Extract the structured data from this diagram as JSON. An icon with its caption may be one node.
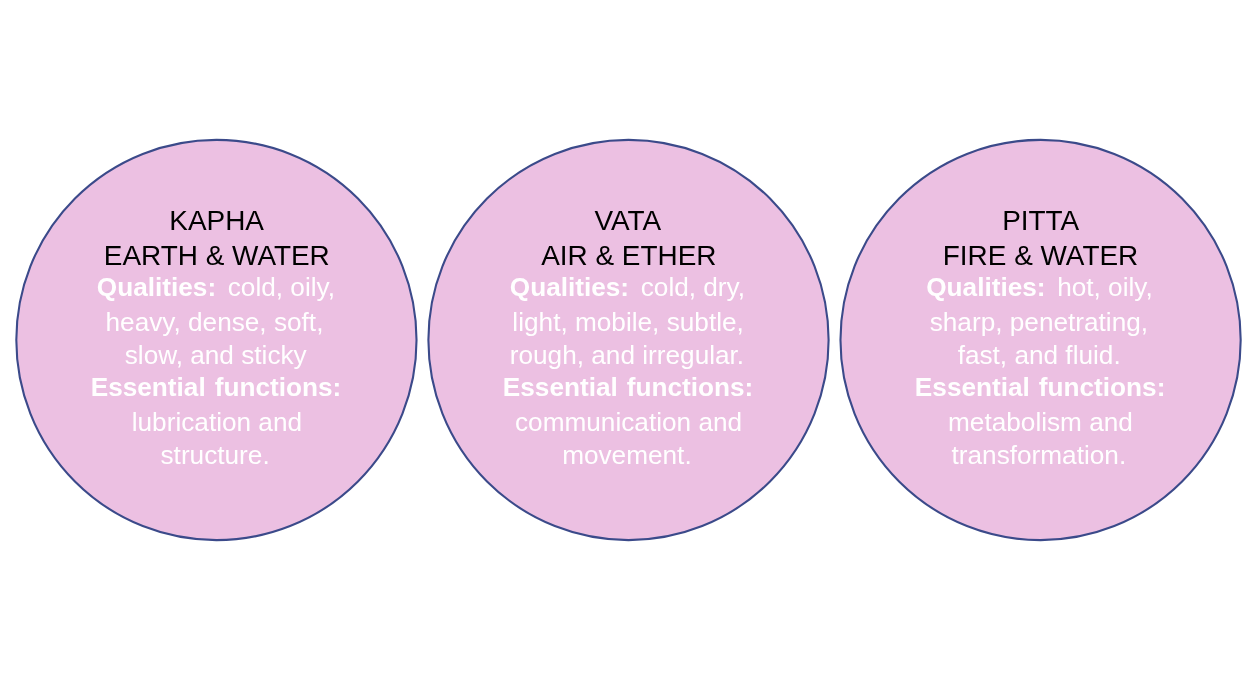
{
  "diagram": {
    "nodes": [
      {
        "text": [
          "VATA",
          "AIR & ETHER",
          "**Qualities:** cold, dry, light, mobile, subtle, rough, and irregular.",
          "**Essential functions:** communication and movement."
        ]
      },
      {
        "text": [
          "KAPHA",
          "EARTH & WATER",
          "**Qualities:** cold, oily, heavy, dense, soft, slow, and sticky",
          "**Essential functions:** lubrication and structure."
        ]
      },
      {
        "text": [
          "PITTA",
          "FIRE & WATER",
          "**Qualities:** hot, oily, sharp, penetrating, fast, and fluid.",
          "**Essential functions:** metabolism and transformation."
        ]
      }
    ],
    "edges": []
  }
}
